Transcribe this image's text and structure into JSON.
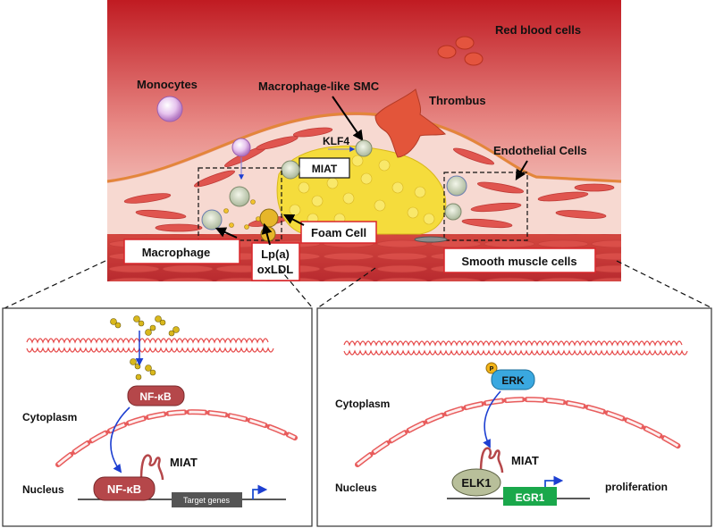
{
  "top": {
    "labels": {
      "red_blood_cells": "Red blood cells",
      "monocytes": "Monocytes",
      "macrophage_like_smc": "Macrophage-like SMC",
      "thrombus": "Thrombus",
      "klf4": "KLF4",
      "endothelial_cells": "Endothelial Cells",
      "miat": "MIAT",
      "foam_cell": "Foam Cell",
      "macrophage": "Macrophage",
      "lpa": "Lp(a)",
      "oxldl": "oxLDL",
      "smooth_muscle_cells": "Smooth muscle cells"
    }
  },
  "left_panel": {
    "cytoplasm": "Cytoplasm",
    "nucleus": "Nucleus",
    "nfkb_cyto": "NF-κB",
    "nfkb_nuc": "NF-κB",
    "miat": "MIAT",
    "target_genes": "Target genes"
  },
  "right_panel": {
    "cytoplasm": "Cytoplasm",
    "nucleus": "Nucleus",
    "erk": "ERK",
    "phospho": "P",
    "miat": "MIAT",
    "elk1": "ELK1",
    "egr1": "EGR1",
    "proliferation": "proliferation"
  },
  "colors": {
    "blood_top": "#c62027",
    "vessel_wall": "#c8323a",
    "smc": "#e0554f",
    "plaque_yellow": "#f5dc3c",
    "label_border": "#d9262b",
    "nfkb": "#b5474a",
    "erk": "#3aa8e0",
    "elk1": "#b8bf9a",
    "egr1": "#1aa84b",
    "target_genes_box": "#555555",
    "membrane": "#e64a4a",
    "promoter_arrow": "#1d4fd1"
  }
}
